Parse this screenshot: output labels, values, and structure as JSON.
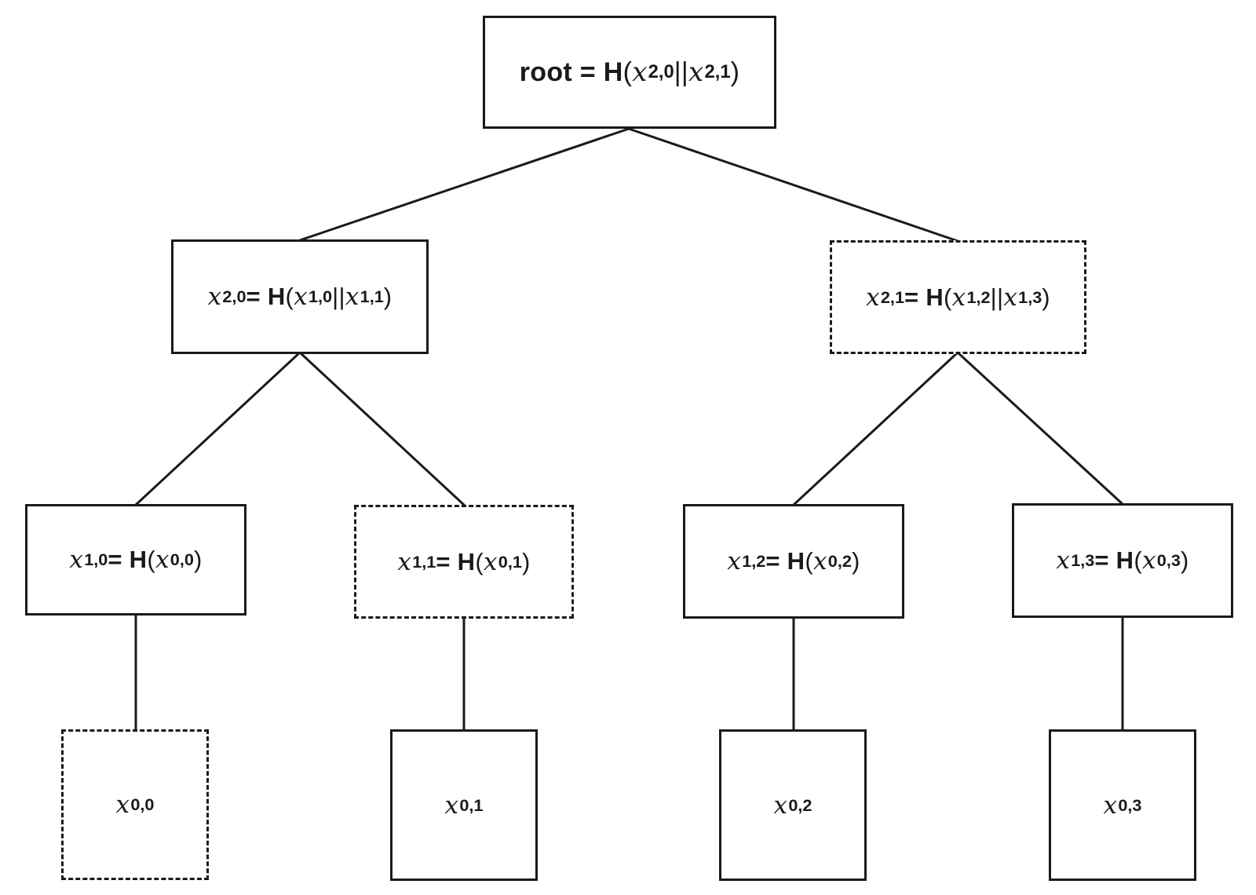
{
  "diagram": {
    "type": "merkle-hash-tree",
    "background": "#ffffff",
    "ink": "#1a1a1a",
    "nodes": {
      "root": {
        "border": "solid",
        "text": "root = H (x2,0 || x2,1)",
        "segments": [
          {
            "t": "root = H ",
            "bold": true
          },
          {
            "t": "("
          },
          {
            "t": "x",
            "italic": true
          },
          {
            "t": "2,0",
            "sub": true
          },
          {
            "t": " || "
          },
          {
            "t": "x",
            "italic": true
          },
          {
            "t": "2,1",
            "sub": true
          },
          {
            "t": ")"
          }
        ]
      },
      "x20": {
        "border": "solid",
        "text": "x2,0 = H (x1,0 || x1,1)",
        "segments": [
          {
            "t": "x",
            "italic": true
          },
          {
            "t": "2,0",
            "sub": true
          },
          {
            "t": " = H ",
            "bold": true
          },
          {
            "t": "("
          },
          {
            "t": "x",
            "italic": true
          },
          {
            "t": "1,0",
            "sub": true
          },
          {
            "t": " || "
          },
          {
            "t": "x",
            "italic": true
          },
          {
            "t": "1,1",
            "sub": true
          },
          {
            "t": ")"
          }
        ]
      },
      "x21": {
        "border": "dashed",
        "text": "x2,1 = H (x1,2 || x1,3)",
        "segments": [
          {
            "t": "x",
            "italic": true
          },
          {
            "t": "2,1",
            "sub": true
          },
          {
            "t": " = H ",
            "bold": true
          },
          {
            "t": "("
          },
          {
            "t": "x",
            "italic": true
          },
          {
            "t": "1,2",
            "sub": true
          },
          {
            "t": " || "
          },
          {
            "t": "x",
            "italic": true
          },
          {
            "t": "1,3",
            "sub": true
          },
          {
            "t": ")"
          }
        ]
      },
      "x10": {
        "border": "solid",
        "text": "x1,0 = H (x0,0)",
        "segments": [
          {
            "t": "x",
            "italic": true
          },
          {
            "t": "1,0",
            "sub": true
          },
          {
            "t": " = H ",
            "bold": true
          },
          {
            "t": "("
          },
          {
            "t": "x",
            "italic": true
          },
          {
            "t": "0,0",
            "sub": true
          },
          {
            "t": ")"
          }
        ]
      },
      "x11": {
        "border": "dashed",
        "text": "x1,1 = H (x0,1)",
        "segments": [
          {
            "t": "x",
            "italic": true
          },
          {
            "t": "1,1",
            "sub": true
          },
          {
            "t": " = H ",
            "bold": true
          },
          {
            "t": "("
          },
          {
            "t": "x",
            "italic": true
          },
          {
            "t": "0,1",
            "sub": true
          },
          {
            "t": ")"
          }
        ]
      },
      "x12": {
        "border": "solid",
        "text": "x1,2 = H (x0,2)",
        "segments": [
          {
            "t": "x",
            "italic": true
          },
          {
            "t": "1,2",
            "sub": true
          },
          {
            "t": " = H ",
            "bold": true
          },
          {
            "t": "("
          },
          {
            "t": "x",
            "italic": true
          },
          {
            "t": "0,2",
            "sub": true
          },
          {
            "t": ")"
          }
        ]
      },
      "x13": {
        "border": "solid",
        "text": "x1,3 = H (x0,3)",
        "segments": [
          {
            "t": "x",
            "italic": true
          },
          {
            "t": "1,3",
            "sub": true
          },
          {
            "t": " = H ",
            "bold": true
          },
          {
            "t": "("
          },
          {
            "t": "x",
            "italic": true
          },
          {
            "t": "0,3",
            "sub": true
          },
          {
            "t": ")"
          }
        ]
      },
      "x00": {
        "border": "dashed",
        "text": "x0,0",
        "segments": [
          {
            "t": "x",
            "italic": true
          },
          {
            "t": "0,0",
            "sub": true
          }
        ]
      },
      "x01": {
        "border": "solid",
        "text": "x0,1",
        "segments": [
          {
            "t": "x",
            "italic": true
          },
          {
            "t": "0,1",
            "sub": true
          }
        ]
      },
      "x02": {
        "border": "solid",
        "text": "x0,2",
        "segments": [
          {
            "t": "x",
            "italic": true
          },
          {
            "t": "0,2",
            "sub": true
          }
        ]
      },
      "x03": {
        "border": "solid",
        "text": "x0,3",
        "segments": [
          {
            "t": "x",
            "italic": true
          },
          {
            "t": "0,3",
            "sub": true
          }
        ]
      }
    }
  }
}
